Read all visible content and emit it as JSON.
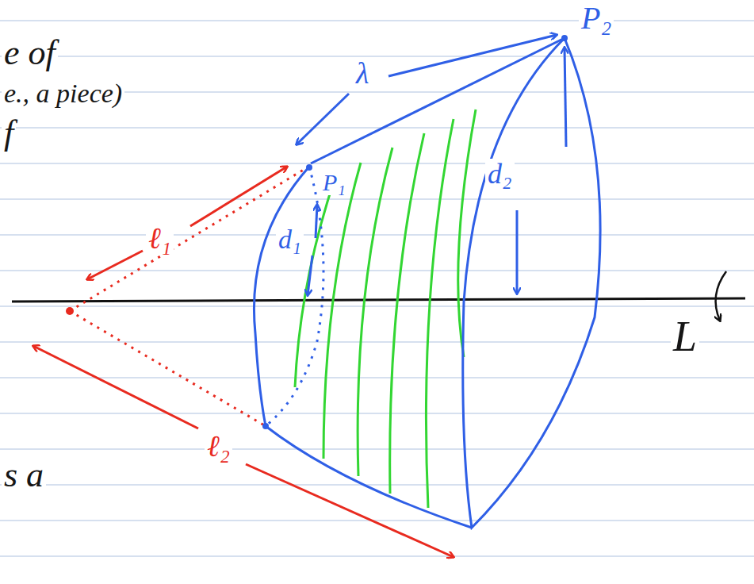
{
  "diagram": {
    "labels": [
      "e of",
      "e., a piece)",
      "f",
      "s a",
      "P₂",
      "P₁",
      "d₁",
      "d₂",
      "λ",
      "ℓ₁",
      "ℓ₂",
      "L"
    ]
  }
}
